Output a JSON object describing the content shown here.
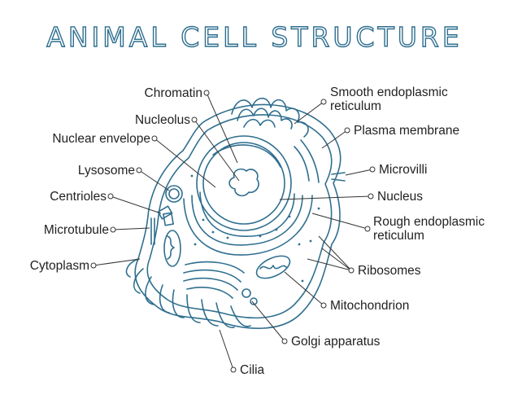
{
  "title": "ANIMAL CELL STRUCTURE",
  "colors": {
    "outline": "#2f6f8f",
    "label_text": "#222222",
    "leader": "#333333"
  },
  "labels": {
    "chromatin": "Chromatin",
    "nucleolus": "Nucleolus",
    "nuclear_envelope": "Nuclear envelope",
    "lysosome": "Lysosome",
    "centrioles": "Centrioles",
    "microtubule": "Microtubule",
    "cytoplasm": "Cytoplasm",
    "smooth_er_line1": "Smooth endoplasmic",
    "smooth_er_line2": "reticulum",
    "plasma_membrane": "Plasma membrane",
    "microvilli": "Microvilli",
    "nucleus": "Nucleus",
    "rough_er_line1": "Rough endoplasmic",
    "rough_er_line2": "reticulum",
    "ribosomes": "Ribosomes",
    "mitochondrion": "Mitochondrion",
    "golgi_apparatus": "Golgi apparatus",
    "cilia": "Cilia"
  }
}
